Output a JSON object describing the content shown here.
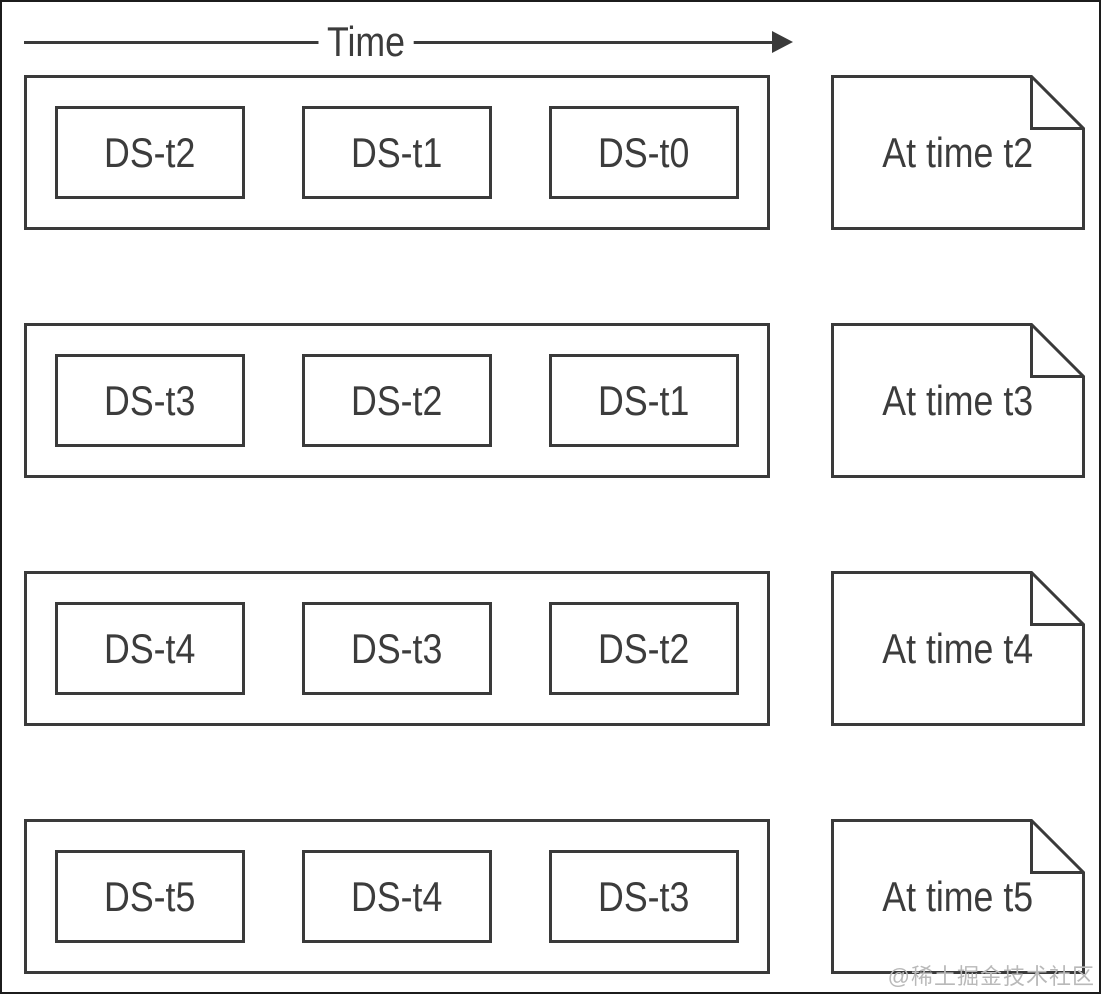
{
  "header": {
    "time_label": "Time"
  },
  "rows": [
    {
      "boxes": [
        "DS-t2",
        "DS-t1",
        "DS-t0"
      ],
      "note": "At time t2"
    },
    {
      "boxes": [
        "DS-t3",
        "DS-t2",
        "DS-t1"
      ],
      "note": "At time t3"
    },
    {
      "boxes": [
        "DS-t4",
        "DS-t3",
        "DS-t2"
      ],
      "note": "At time t4"
    },
    {
      "boxes": [
        "DS-t5",
        "DS-t4",
        "DS-t3"
      ],
      "note": "At time t5"
    }
  ],
  "watermark": "@稀土掘金技术社区",
  "colors": {
    "line": "#3a3a3a",
    "text": "#3c3c3c",
    "frame": "#1c1c1c",
    "watermark": "#b9b9b9",
    "background": "#ffffff"
  }
}
